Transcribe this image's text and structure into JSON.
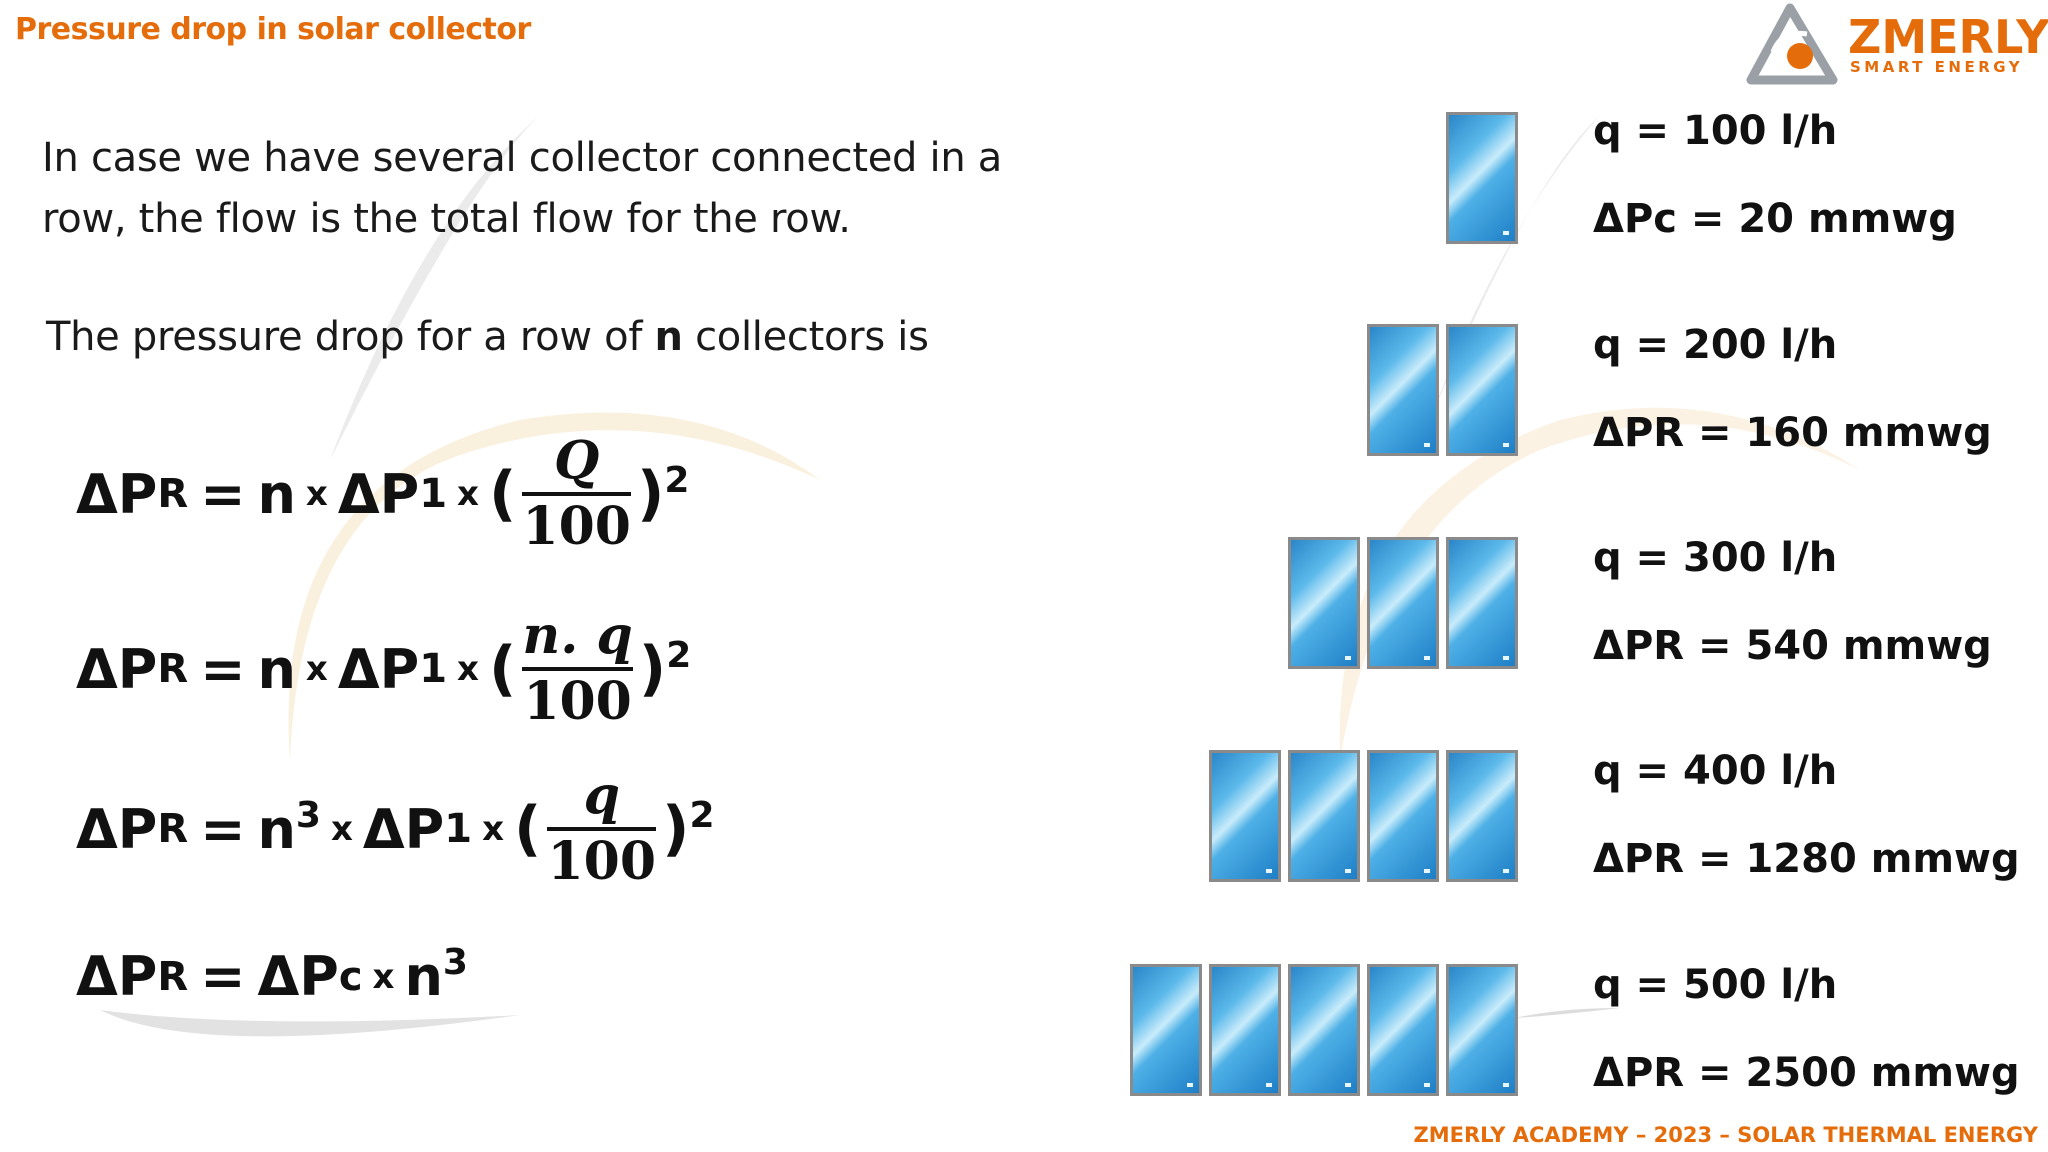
{
  "header": {
    "title": "Pressure drop in solar collector",
    "brand_name": "ZMERLY",
    "brand_tagline": "SMART ENERGY"
  },
  "intro_text": "In case we have several collector connected in a row, the flow is the total flow for the row.",
  "row_text": {
    "before": "The pressure drop for a row of ",
    "n": "n",
    "after": " collectors is"
  },
  "formulas": [
    {
      "lhs": "ΔP",
      "lhs_sub": "R",
      "rhs": [
        "n",
        "x",
        "ΔP",
        "1",
        "x"
      ],
      "num": "Q",
      "den": "100",
      "exp": "2"
    },
    {
      "lhs": "ΔP",
      "lhs_sub": "R",
      "rhs": [
        "n",
        "x",
        "ΔP",
        "1",
        "x"
      ],
      "num": "n. q",
      "den": "100",
      "exp": "2"
    },
    {
      "lhs": "ΔP",
      "lhs_sub": "R",
      "n": "n",
      "n_exp": "3",
      "rhs": [
        "x",
        "ΔP",
        "1",
        "x"
      ],
      "num": "q",
      "den": "100",
      "exp": "2"
    },
    {
      "lhs": "ΔP",
      "lhs_sub": "R",
      "rhs_p": "ΔP",
      "rhs_p_sub": "c",
      "x": "x",
      "n": "n",
      "n_exp": "3"
    }
  ],
  "rows": [
    {
      "panels": 1,
      "flow": "q = 100 l/h",
      "drop": "ΔPc = 20 mmwg"
    },
    {
      "panels": 2,
      "flow": "q = 200 l/h",
      "drop": "ΔPR = 160 mmwg"
    },
    {
      "panels": 3,
      "flow": "q = 300 l/h",
      "drop": "ΔPR = 540 mmwg"
    },
    {
      "panels": 4,
      "flow": "q = 400 l/h",
      "drop": "ΔPR = 1280 mmwg"
    },
    {
      "panels": 5,
      "flow": "q = 500 l/h",
      "drop": "ΔPR = 2500 mmwg"
    }
  ],
  "footer": "ZMERLY ACADEMY – 2023 – SOLAR THERMAL ENERGY",
  "colors": {
    "accent": "#e46c0a",
    "panel_blue": "#2a86c8",
    "text": "#111111"
  }
}
